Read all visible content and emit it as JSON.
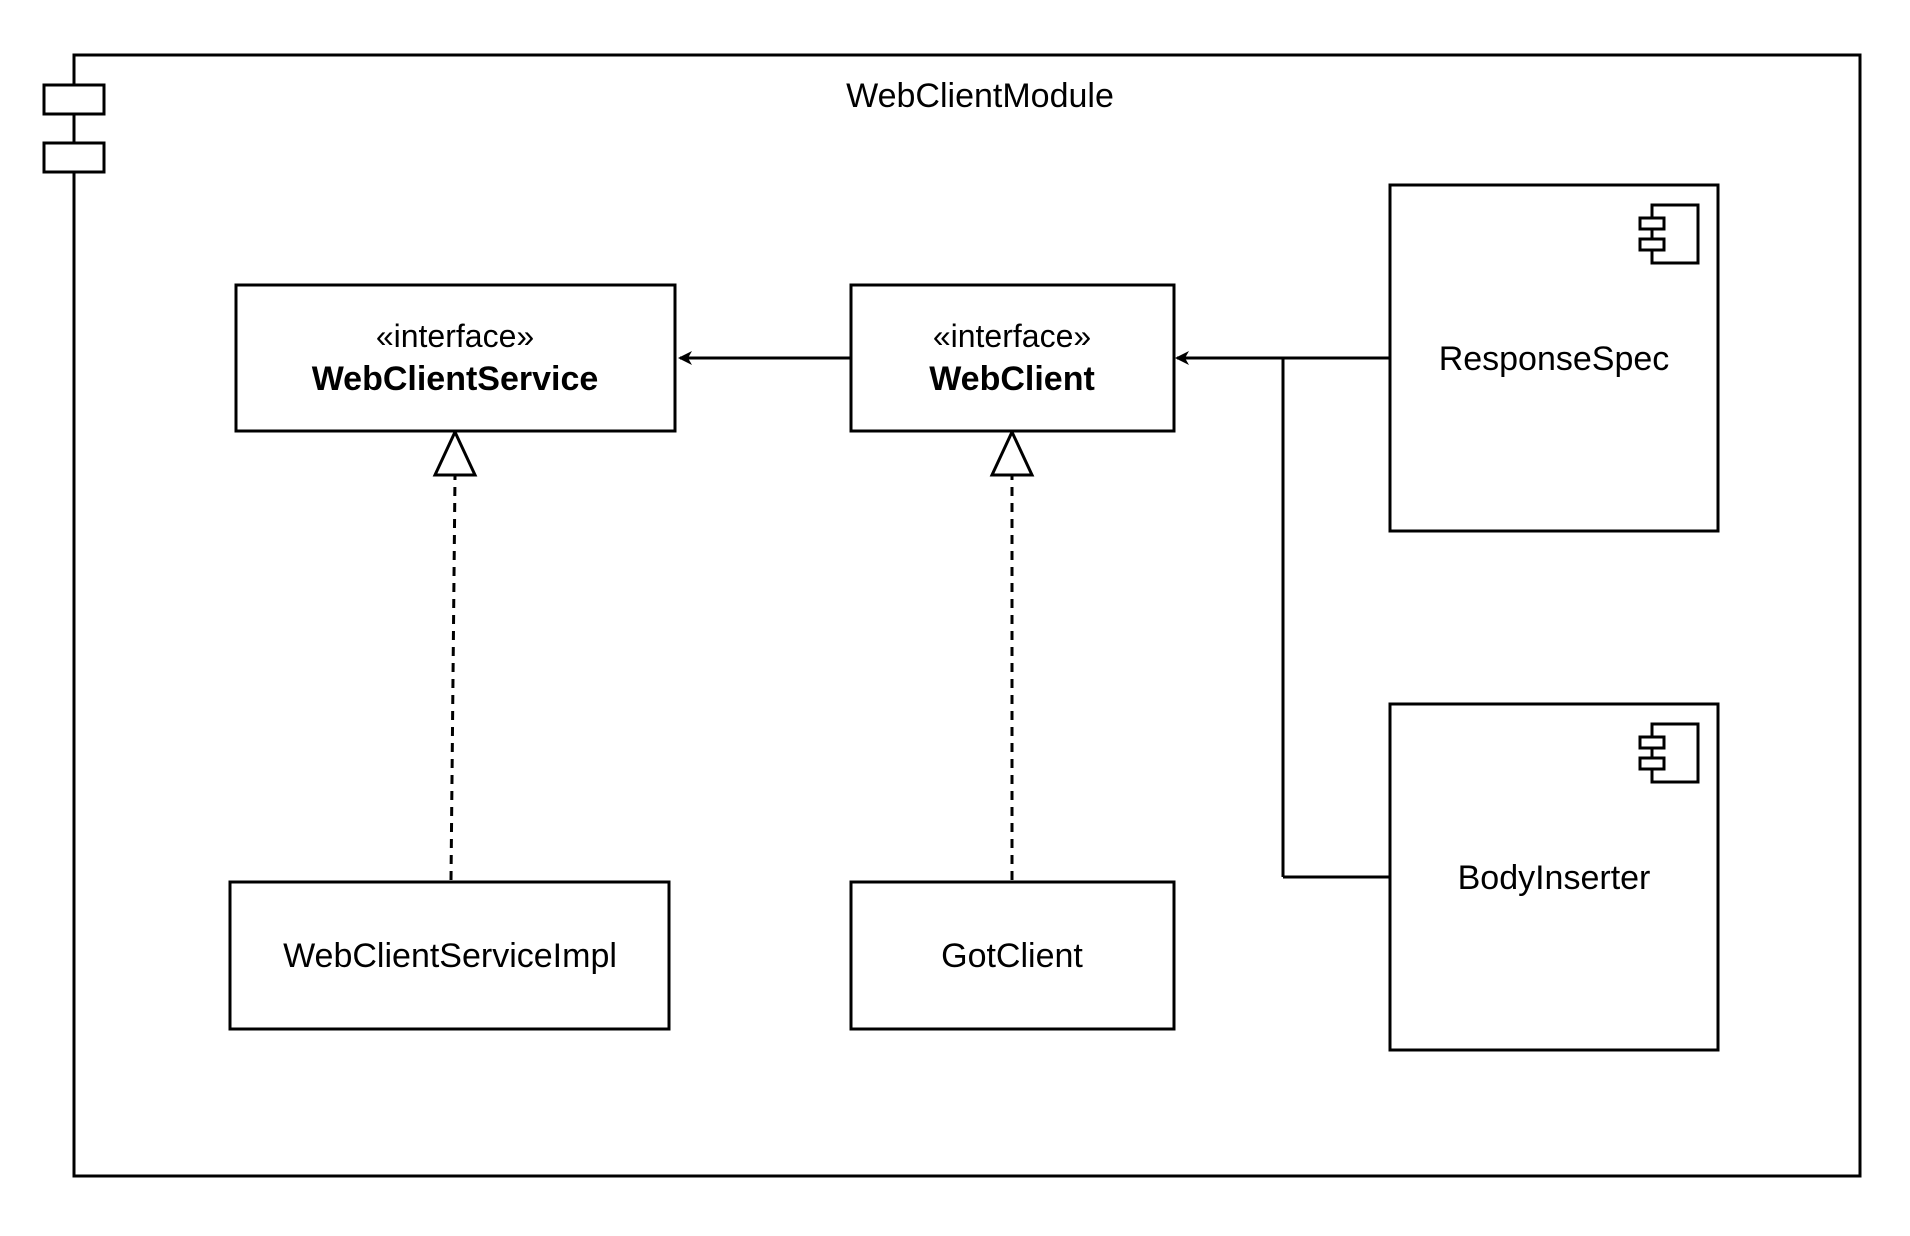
{
  "module": {
    "title": "WebClientModule"
  },
  "nodes": {
    "web_client_service": {
      "stereotype": "«interface»",
      "name": "WebClientService"
    },
    "web_client": {
      "stereotype": "«interface»",
      "name": "WebClient"
    },
    "response_spec": {
      "name": "ResponseSpec"
    },
    "body_inserter": {
      "name": "BodyInserter"
    },
    "web_client_service_impl": {
      "name": "WebClientServiceImpl"
    },
    "got_client": {
      "name": "GotClient"
    }
  }
}
